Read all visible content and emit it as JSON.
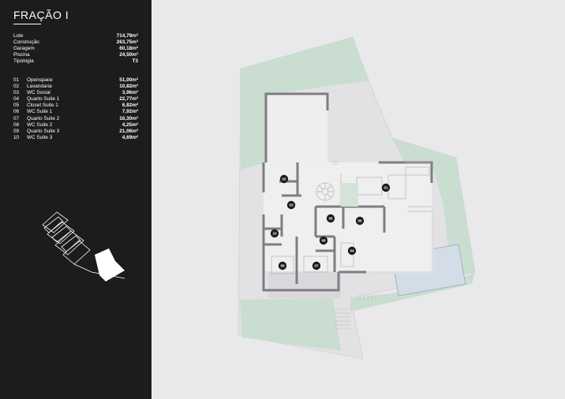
{
  "title": "FRAÇÃO I",
  "summary": [
    {
      "label": "Lote",
      "value": "714,79m²"
    },
    {
      "label": "Construção",
      "value": "263,75m²"
    },
    {
      "label": "Garagem",
      "value": "60,18m²"
    },
    {
      "label": "Piscina",
      "value": "24,50m²"
    },
    {
      "label": "Tipologia",
      "value": "T3"
    }
  ],
  "rooms": [
    {
      "num": "01",
      "name": "Openspace",
      "value": "51,00m²"
    },
    {
      "num": "02",
      "name": "Lavandaria",
      "value": "10,82m²"
    },
    {
      "num": "03",
      "name": "WC Social",
      "value": "3,96m²"
    },
    {
      "num": "04",
      "name": "Quarto Suite 1",
      "value": "22,77m²"
    },
    {
      "num": "05",
      "name": "Closet Suite 1",
      "value": "6,82m²"
    },
    {
      "num": "06",
      "name": "WC Suite 1",
      "value": "7,92m²"
    },
    {
      "num": "07",
      "name": "Quarto Suite 2",
      "value": "16,30m²"
    },
    {
      "num": "08",
      "name": "WC Suite 2",
      "value": "4,25m²"
    },
    {
      "num": "09",
      "name": "Quarto Suite 3",
      "value": "21,06m²"
    },
    {
      "num": "10",
      "name": "WC Suite 3",
      "value": "4,69m²"
    }
  ],
  "plan_labels": {
    "r01": "01",
    "r02": "02",
    "r03": "03",
    "r04": "04",
    "r05": "05",
    "r06": "06",
    "r07": "07",
    "r08": "08",
    "r09": "09",
    "r10": "10"
  },
  "colors": {
    "sidebar": "#1c1c1f",
    "background": "#e9e9eb",
    "garden": "#c9ddd0",
    "pool": "#d2dde8",
    "wall": "#7d7d82"
  }
}
